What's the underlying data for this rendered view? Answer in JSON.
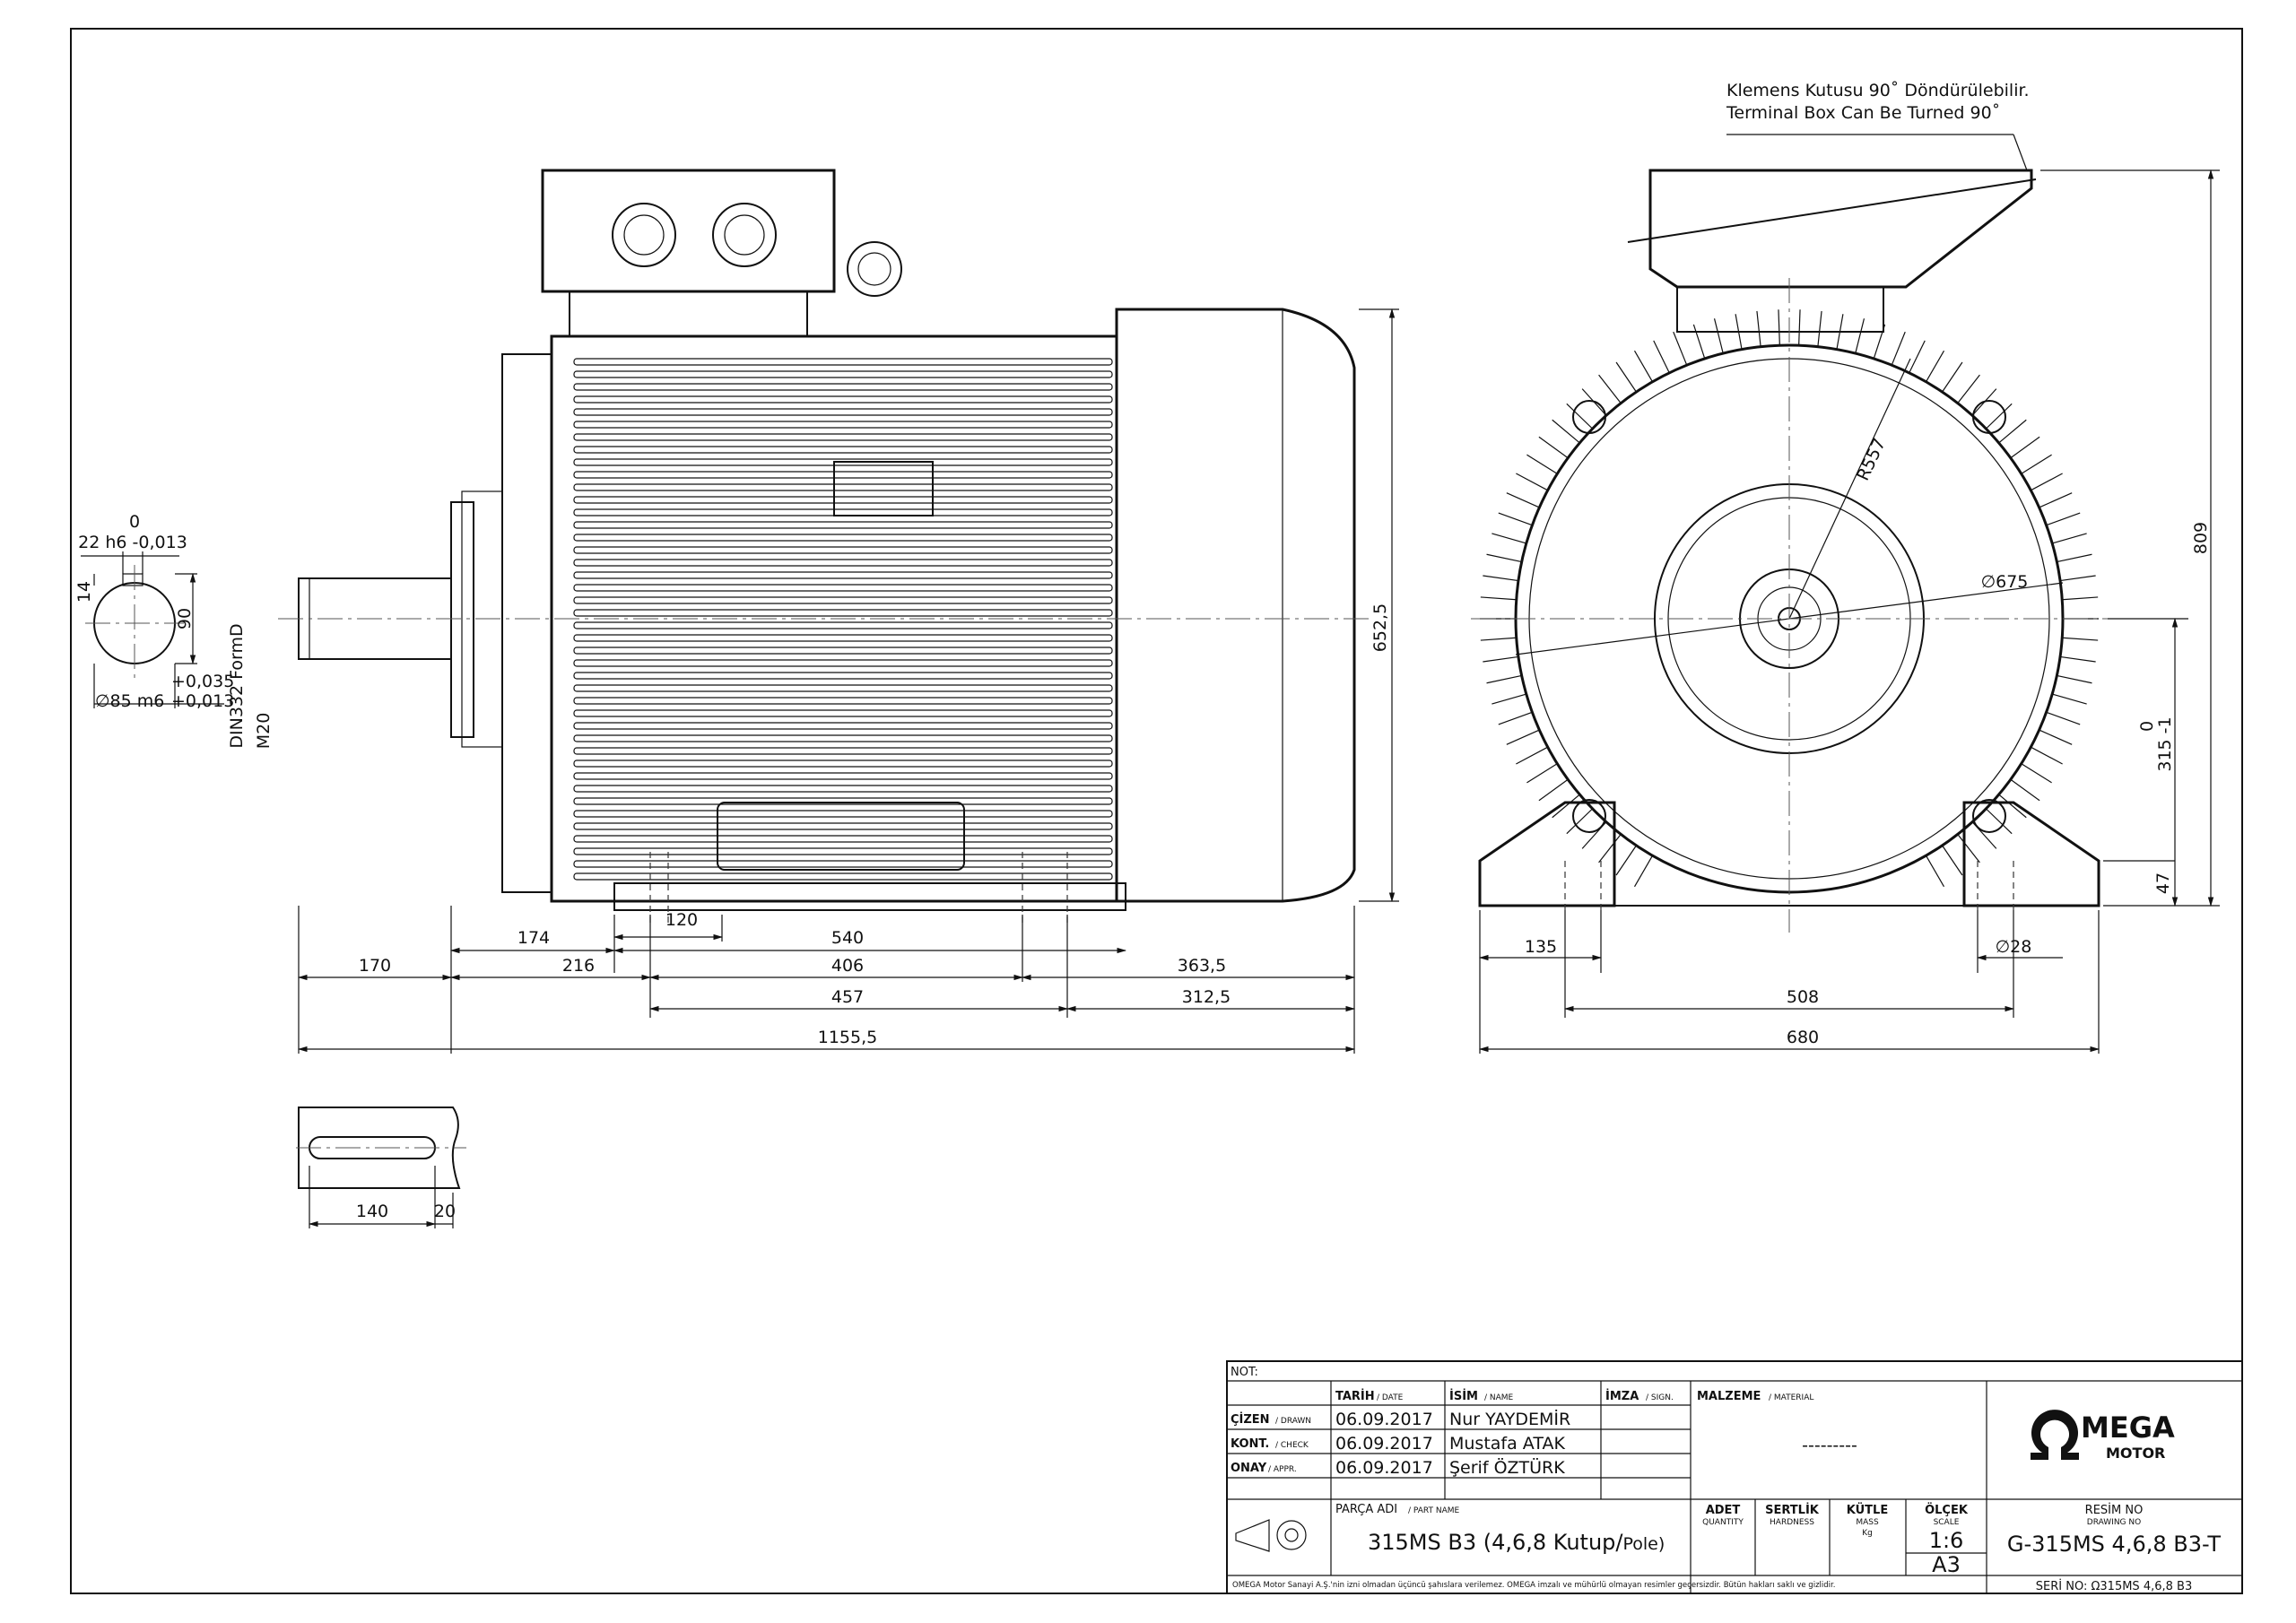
{
  "notes": {
    "terminal_tr": "Klemens Kutusu 90˚ Döndürülebilir.",
    "terminal_en": "Terminal Box Can Be Turned 90˚",
    "din": "DIN332 FormD",
    "thread": "M20"
  },
  "shaft_section": {
    "key_tol_top": "0",
    "key_width": "22 h6 -0,013",
    "key_height": "14",
    "height": "90",
    "tol_upper": "+0,035",
    "tol_lower": "+0,013",
    "diameter": "∅85 m6"
  },
  "side_dims": {
    "d652": "652,5",
    "d174": "174",
    "d120": "120",
    "d540": "540",
    "d170": "170",
    "d216": "216",
    "d406": "406",
    "d363": "363,5",
    "d457": "457",
    "d312": "312,5",
    "d1155": "1155,5"
  },
  "key_dims": {
    "d140": "140",
    "d20": "20"
  },
  "front_dims": {
    "r557": "R557",
    "d675": "∅675",
    "h809": "809",
    "h315tol": "0",
    "h315": "315 -1",
    "h47": "47",
    "w135": "135",
    "hole28": "∅28",
    "w508": "508",
    "w680": "680"
  },
  "title_block": {
    "not_label": "NOT:",
    "h_date": "TARİH",
    "h_date_en": "/ DATE",
    "h_name": "İSİM",
    "h_name_en": "/ NAME",
    "h_sign": "İMZA",
    "h_sign_en": "/ SIGN.",
    "h_material": "MALZEME",
    "h_material_en": "/ MATERIAL",
    "material_value": "---------",
    "rows": [
      {
        "role": "ÇİZEN",
        "role_en": "/ DRAWN",
        "date": "06.09.2017",
        "name": "Nur YAYDEMİR"
      },
      {
        "role": "KONT.",
        "role_en": "/ CHECK",
        "date": "06.09.2017",
        "name": "Mustafa ATAK"
      },
      {
        "role": "ONAY",
        "role_en": "/ APPR.",
        "date": "06.09.2017",
        "name": "Şerif ÖZTÜRK"
      }
    ],
    "part_label": "PARÇA ADI",
    "part_label_en": "/ PART NAME",
    "part_name_a": "315MS B3 (4,6,8 Kutup/",
    "part_name_b": "Pole)",
    "adet": "ADET",
    "adet_en": "QUANTITY",
    "sertlik": "SERTLİK",
    "sertlik_en": "HARDNESS",
    "kutle": "KÜTLE",
    "kutle_en": "MASS",
    "kutle_unit": "Kg",
    "olcek": "ÖLÇEK",
    "olcek_en": "SCALE",
    "scale": "1:6",
    "sheet": "A3",
    "resim_no": "RESİM NO",
    "resim_no_en": "DRAWING NO",
    "drawing_no": "G-315MS 4,6,8 B3-T",
    "logo_main": "MEGA",
    "logo_sub": "MOTOR",
    "footer_note": "OMEGA Motor Sanayi A.Ş.'nin izni olmadan üçüncü şahıslara verilemez. OMEGA imzalı ve mühürlü olmayan resimler geçersizdir. Bütün hakları saklı ve gizlidir.",
    "seri_no": "SERİ NO: Ω315MS 4,6,8 B3"
  }
}
